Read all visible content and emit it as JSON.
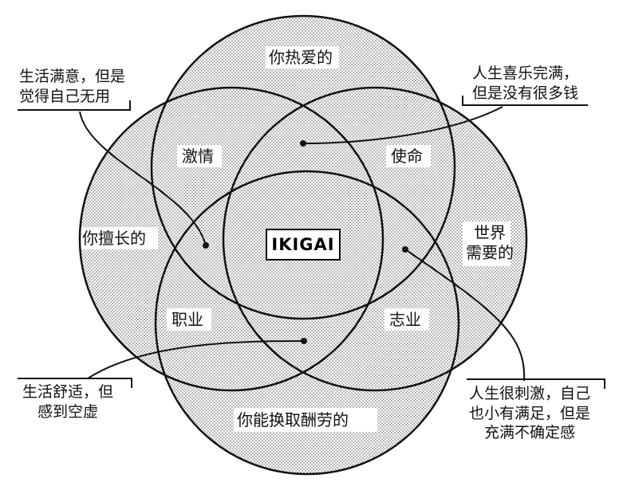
{
  "circles": {
    "love": "你热爱的",
    "good_at": "你擅长的",
    "world_needs": [
      "世界",
      "需要的"
    ],
    "paid_for": "你能换取酬劳的"
  },
  "overlaps": {
    "passion": "激情",
    "mission": "使命",
    "profession": "职业",
    "vocation": "志业"
  },
  "center": "IKIGAI",
  "callouts": {
    "top_left": [
      "生活满意，但是",
      "觉得自己无用"
    ],
    "top_right": [
      "人生喜乐完满，",
      "但是没有很多钱"
    ],
    "bottom_left": [
      "生活舒适，但",
      "感到空虚"
    ],
    "bottom_right": [
      "人生很刺激，自己",
      "也小有满足，但是",
      "充满不确定感"
    ]
  },
  "colors": {
    "ink": "#111111",
    "fill": "#e8e8e8"
  }
}
